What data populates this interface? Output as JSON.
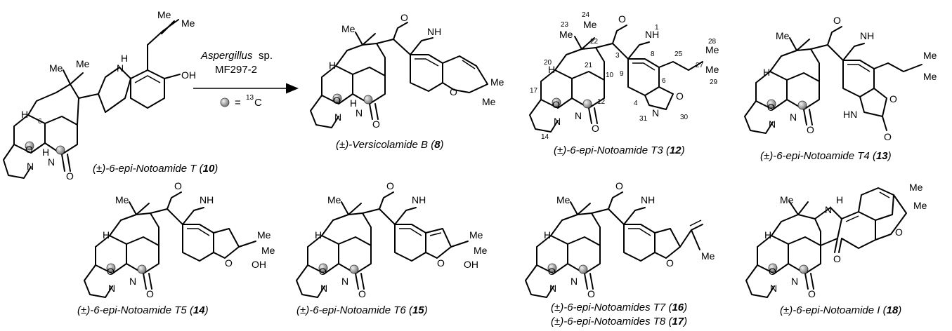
{
  "reaction": {
    "organism": "Aspergillus",
    "organism_suffix": "sp.",
    "strain": "MF297-2",
    "legend_symbol": "=",
    "legend_isotope_mass": "13",
    "legend_isotope_element": "C"
  },
  "compounds": [
    {
      "name": "(±)-6-epi-Notoamide T (",
      "number": "10",
      "close": ")"
    },
    {
      "name": "(±)-Versicolamide B (",
      "number": "8",
      "close": ")"
    },
    {
      "name": "(±)-6-epi-Notoamide T3 (",
      "number": "12",
      "close": ")"
    },
    {
      "name": "(±)-6-epi-Notoamide T4 (",
      "number": "13",
      "close": ")"
    },
    {
      "name": "(±)-6-epi-Notoamide T5 (",
      "number": "14",
      "close": ")"
    },
    {
      "name": "(±)-6-epi-Notoamide T6 (",
      "number": "15",
      "close": ")"
    },
    {
      "name": "(±)-6-epi-Notoamides T7 (",
      "number": "16",
      "close": ")"
    },
    {
      "name": "(±)-6-epi-Notoamides T8 (",
      "number": "17",
      "close": ")"
    },
    {
      "name": "(±)-6-epi-Notoamide I (",
      "number": "18",
      "close": ")"
    }
  ],
  "atoms": {
    "me": "Me",
    "h": "H",
    "n": "N",
    "nh": "NH",
    "hn": "HN",
    "o": "O",
    "oh": "OH",
    "hh": "H"
  },
  "numbering": [
    "1",
    "3",
    "4",
    "6",
    "8",
    "9",
    "10",
    "12",
    "14",
    "17",
    "20",
    "21",
    "22",
    "23",
    "24",
    "25",
    "27",
    "28",
    "29",
    "30",
    "31"
  ],
  "numbering_extra": [
    "6"
  ]
}
